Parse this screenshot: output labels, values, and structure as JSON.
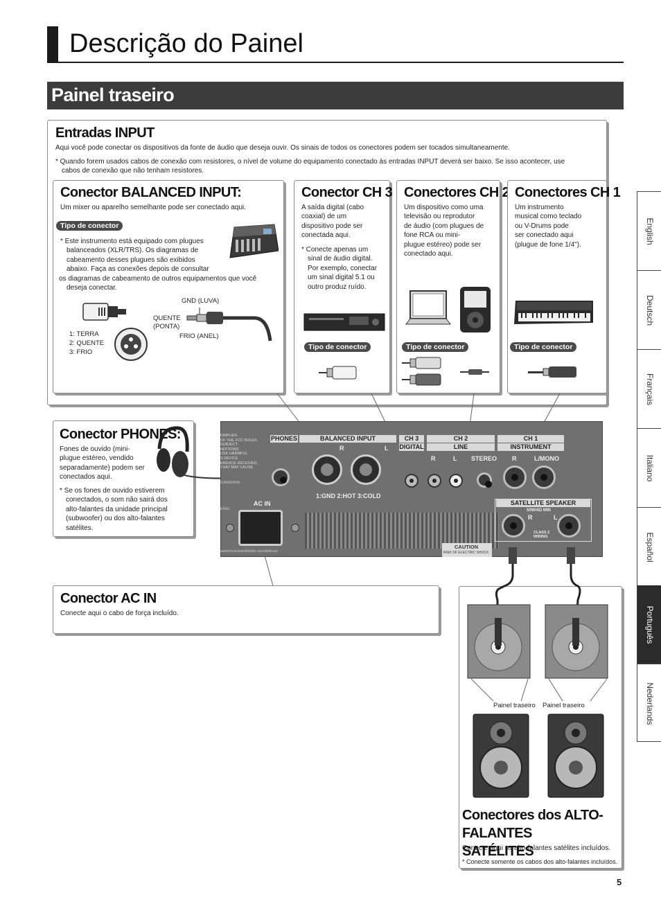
{
  "page": {
    "title": "Descrição do Painel",
    "section": "Painel traseiro",
    "page_number": "5"
  },
  "input": {
    "heading": "Entradas INPUT",
    "text": "Aqui você pode conectar os dispositivos da fonte de áudio que deseja ouvir. Os sinais de todos os conectores podem ser tocados simultaneamente.",
    "note_1": "* Quando forem usados cabos de conexão com resistores, o nível de volume do equipamento conectado às entradas INPUT deverá ser baixo. Se isso acontecer, use",
    "note_2": "cabos de conexão que não tenham resistores."
  },
  "balanced": {
    "heading": "Conector BALANCED INPUT:",
    "text": "Um mixer ou aparelho semelhante pode ser conectado aqui.",
    "tag": "Tipo de conector",
    "note_lines": [
      "* Este instrumento está equipado com plugues",
      "balanceados (XLR/TRS). Os diagramas de",
      "cabeamento desses plugues são exibidos",
      "abaixo. Faça as conexões depois de consultar",
      "os diagramas de cabeamento de outros equipamentos que você",
      "deseja conectar."
    ],
    "gnd": "GND (LUVA)",
    "quente_1": "QUENTE",
    "quente_2": "(PONTA)",
    "frio": "FRIO (ANEL)",
    "pin1": "1: TERRA",
    "pin2": "2: QUENTE",
    "pin3": "3: FRIO"
  },
  "ch3": {
    "heading": "Conector CH 3",
    "lines": [
      "A saída digital (cabo",
      "coaxial) de um",
      "dispositivo pode ser",
      "conectada aqui."
    ],
    "note_lines": [
      "* Conecte apenas um",
      "sinal de áudio digital.",
      "Por exemplo, conectar",
      "um sinal digital 5.1 ou",
      "outro produz ruído."
    ],
    "tag": "Tipo de conector"
  },
  "ch2": {
    "heading": "Conectores CH 2",
    "lines": [
      "Um dispositivo como uma",
      "televisão ou reprodutor",
      "de áudio (com plugues de",
      "fone RCA ou mini-",
      "plugue estéreo) pode ser",
      "conectado aqui."
    ],
    "tag": "Tipo de conector"
  },
  "ch1": {
    "heading": "Conectores CH 1",
    "lines": [
      "Um instrumento",
      "musical como teclado",
      "ou V-Drums pode",
      "ser conectado aqui",
      "(plugue de fone 1/4\")."
    ],
    "tag": "Tipo de conector"
  },
  "phones": {
    "heading": "Conector PHONES:",
    "lines": [
      "Fones de ouvido (mini-",
      "plugue estéreo, vendido",
      "separadamente) podem ser",
      "conectados aqui."
    ],
    "note_lines": [
      "* Se os fones de ouvido estiverem",
      "conectados, o som não sairá dos",
      "alto-falantes da unidade principal",
      "(subwoofer) ou dos alto-falantes",
      "satélites."
    ]
  },
  "acin": {
    "heading": "Conector AC IN",
    "text": "Conecte aqui o cabo de força incluído."
  },
  "satellite": {
    "heading_1": "Conectores dos ALTO-FALANTES",
    "heading_2": "SATÉLITES",
    "text": "Conecte aqui os alto-falantes satélites incluídos.",
    "note": "* Conecte somente os cabos dos alto-falantes incluídos.",
    "label_left": "Painel traseiro",
    "label_right": "Painel traseiro"
  },
  "panel": {
    "phones": "PHONES",
    "balanced": "BALANCED INPUT",
    "ch3": "CH 3",
    "digital": "DIGITAL",
    "ch2": "CH 2",
    "line": "LINE",
    "ch1": "CH 1",
    "instrument": "INSTRUMENT",
    "r1": "R",
    "l1": "L",
    "r2": "R",
    "l2": "L",
    "stereo": "STEREO",
    "r3": "R",
    "lmono": "L/MONO",
    "pins": "1:GND  2:HOT  3:COLD",
    "acin": "AC IN",
    "satellite": "SATELLITE SPEAKER",
    "ohm": "50W/4Ω MIN",
    "r4": "R",
    "l4": "L",
    "class2_1": "CLASS 2",
    "class2_2": "WIRING",
    "caution": "CAUTION",
    "risk": "RISK OF ELECTRIC SHOCK",
    "fcc_lines": [
      "OMPLIES",
      "OF THE FCC RULES.",
      "SUBJECT",
      "NDITIONS:",
      "USE HARMFUL",
      "S DEVICE",
      "ERENCE RECEIVED,",
      "THAT MAY CAUSE"
    ],
    "finnish": "aadorluskoskettimilla varustettuun",
    "kanadian": "CANADIAN",
    "enel": "ENEL"
  },
  "languages": [
    "English",
    "Deutsch",
    "Français",
    "Italiano",
    "Español",
    "Português",
    "Nederlands"
  ],
  "active_language": "Português"
}
